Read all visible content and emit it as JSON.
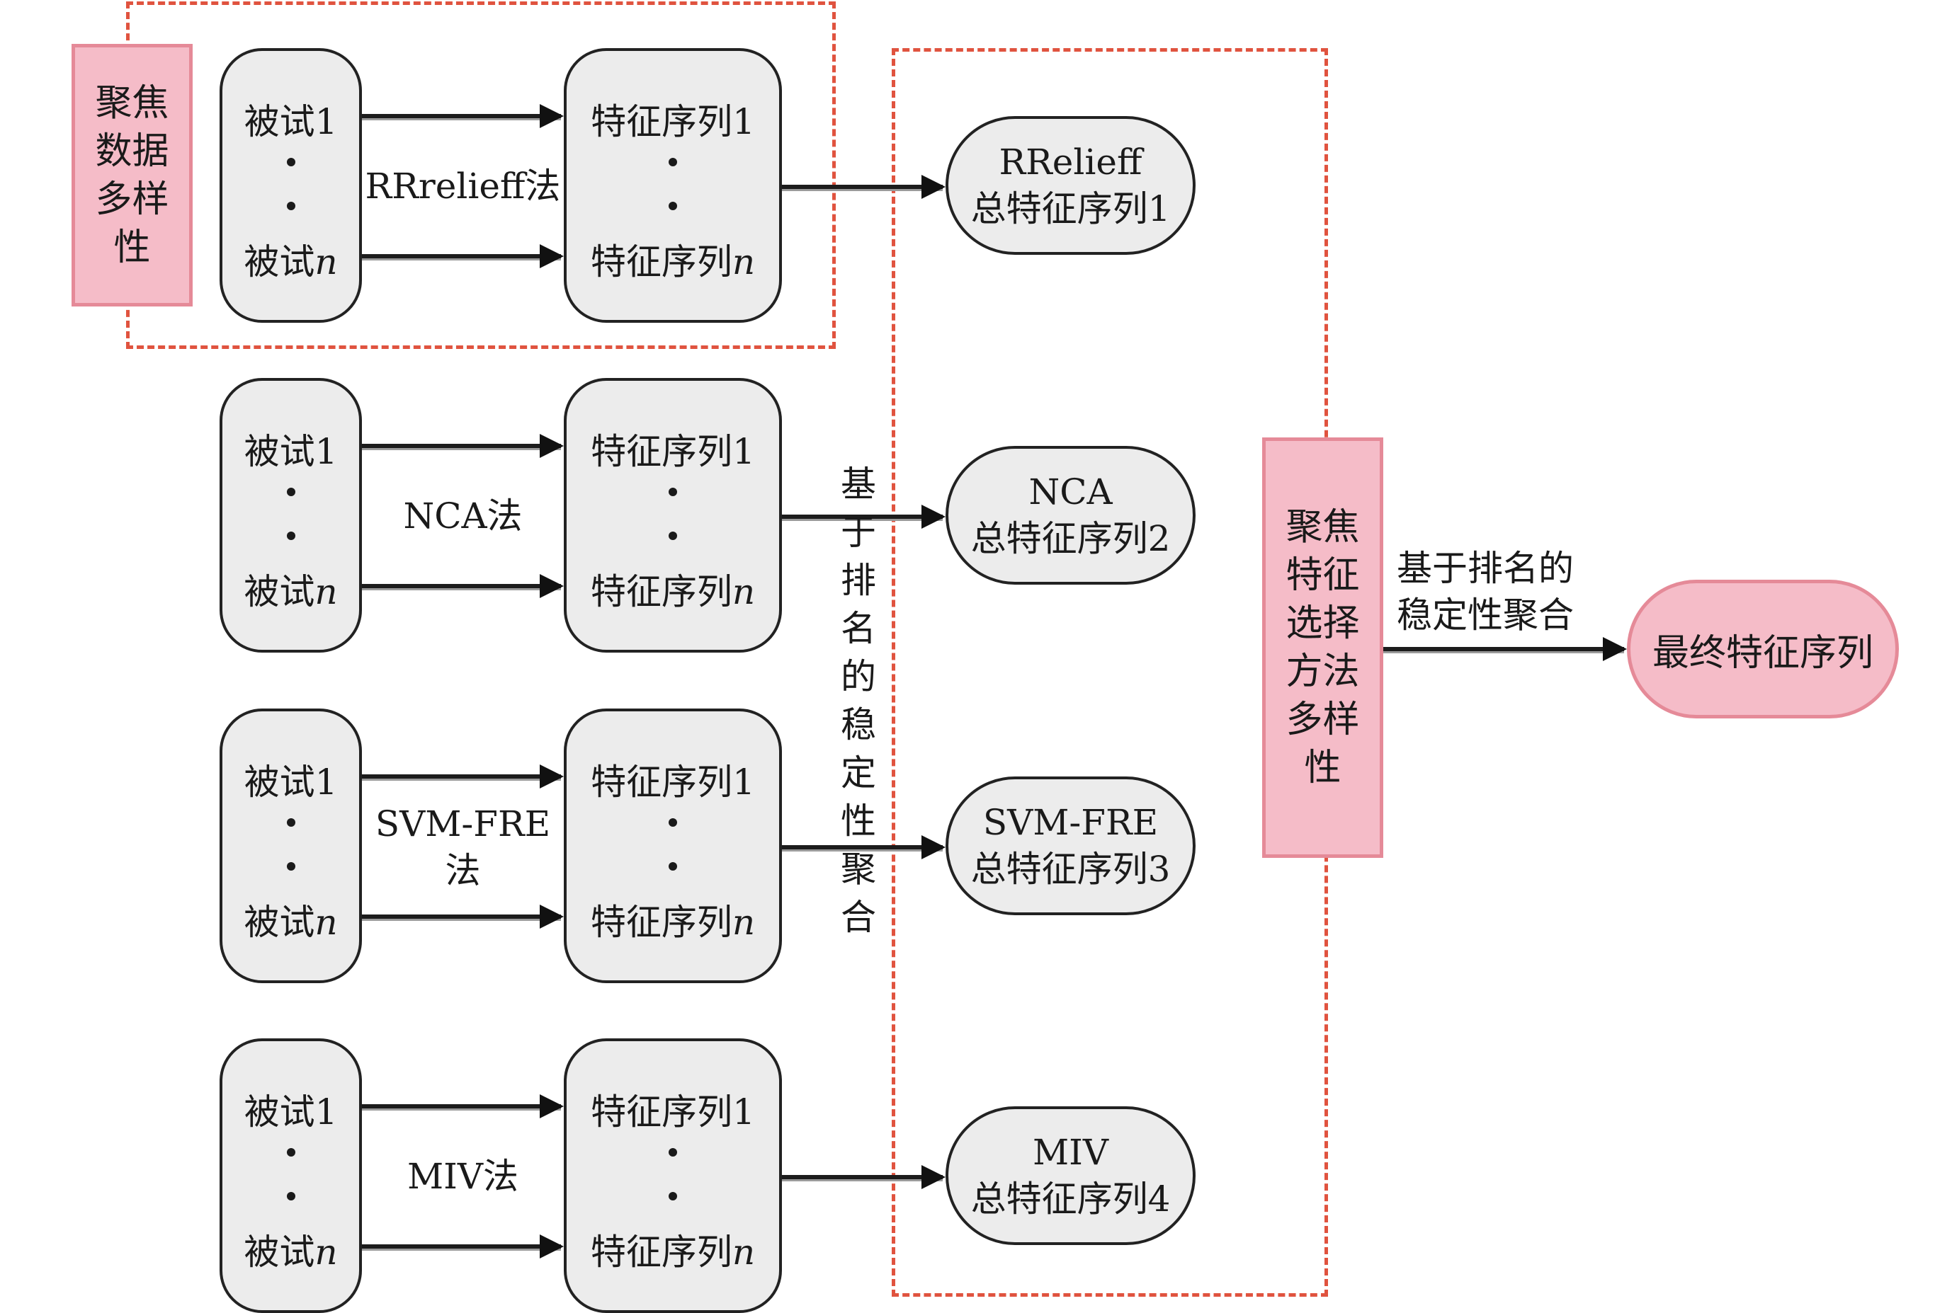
{
  "left_focus": {
    "lines": [
      "聚焦",
      "数据",
      "多样",
      "性"
    ]
  },
  "rows": [
    {
      "subject_first": "被试1",
      "subject_last_prefix": "被试",
      "subject_last_var": "n",
      "method_lines": [
        "RRrelieff法"
      ],
      "feature_first": "特征序列1",
      "feature_last_prefix": "特征序列",
      "feature_last_var": "n",
      "total_lines": [
        "RRelieff",
        "总特征序列1"
      ]
    },
    {
      "subject_first": "被试1",
      "subject_last_prefix": "被试",
      "subject_last_var": "n",
      "method_lines": [
        "NCA法"
      ],
      "feature_first": "特征序列1",
      "feature_last_prefix": "特征序列",
      "feature_last_var": "n",
      "total_lines": [
        "NCA",
        "总特征序列2"
      ]
    },
    {
      "subject_first": "被试1",
      "subject_last_prefix": "被试",
      "subject_last_var": "n",
      "method_lines": [
        "SVM-FRE",
        "法"
      ],
      "feature_first": "特征序列1",
      "feature_last_prefix": "特征序列",
      "feature_last_var": "n",
      "total_lines": [
        "SVM-FRE",
        "总特征序列3"
      ]
    },
    {
      "subject_first": "被试1",
      "subject_last_prefix": "被试",
      "subject_last_var": "n",
      "method_lines": [
        "MIV法"
      ],
      "feature_first": "特征序列1",
      "feature_last_prefix": "特征序列",
      "feature_last_var": "n",
      "total_lines": [
        "MIV",
        "总特征序列4"
      ]
    }
  ],
  "vertical_label": [
    "基",
    "于",
    "排",
    "名",
    "的",
    "稳",
    "定",
    "性",
    "聚",
    "合"
  ],
  "right_focus": {
    "lines": [
      "聚焦",
      "特征",
      "选择",
      "方法",
      "多样",
      "性"
    ]
  },
  "final_arrow_label": [
    "基于排名的",
    "稳定性聚合"
  ],
  "final_node": "最终特征序列",
  "colors": {
    "accent_pink": "#f5bcc8",
    "pink_border": "#e58a98",
    "dash_red": "#e0533f",
    "node_grey": "#ececec"
  }
}
